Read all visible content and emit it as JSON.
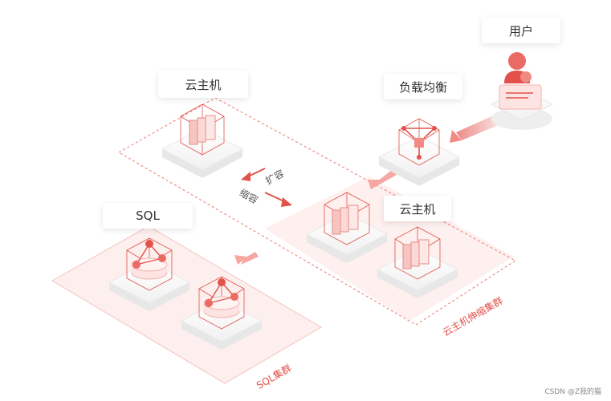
{
  "labels": {
    "user": "用户",
    "load_balancer": "负载均衡",
    "cloud_host_top": "云主机",
    "cloud_host_right": "云主机",
    "sql": "SQL",
    "sql_cluster": "SQL集群",
    "host_scaling_cluster": "云主机伸缩集群",
    "scale_out": "扩容",
    "scale_in": "缩容"
  },
  "watermark": "CSDN @Z我的猫",
  "colors": {
    "accent": "#e2524b",
    "accent_light": "#f6a7a1",
    "zone_fill": "#fdecea",
    "platform": "#f2f2f2"
  }
}
